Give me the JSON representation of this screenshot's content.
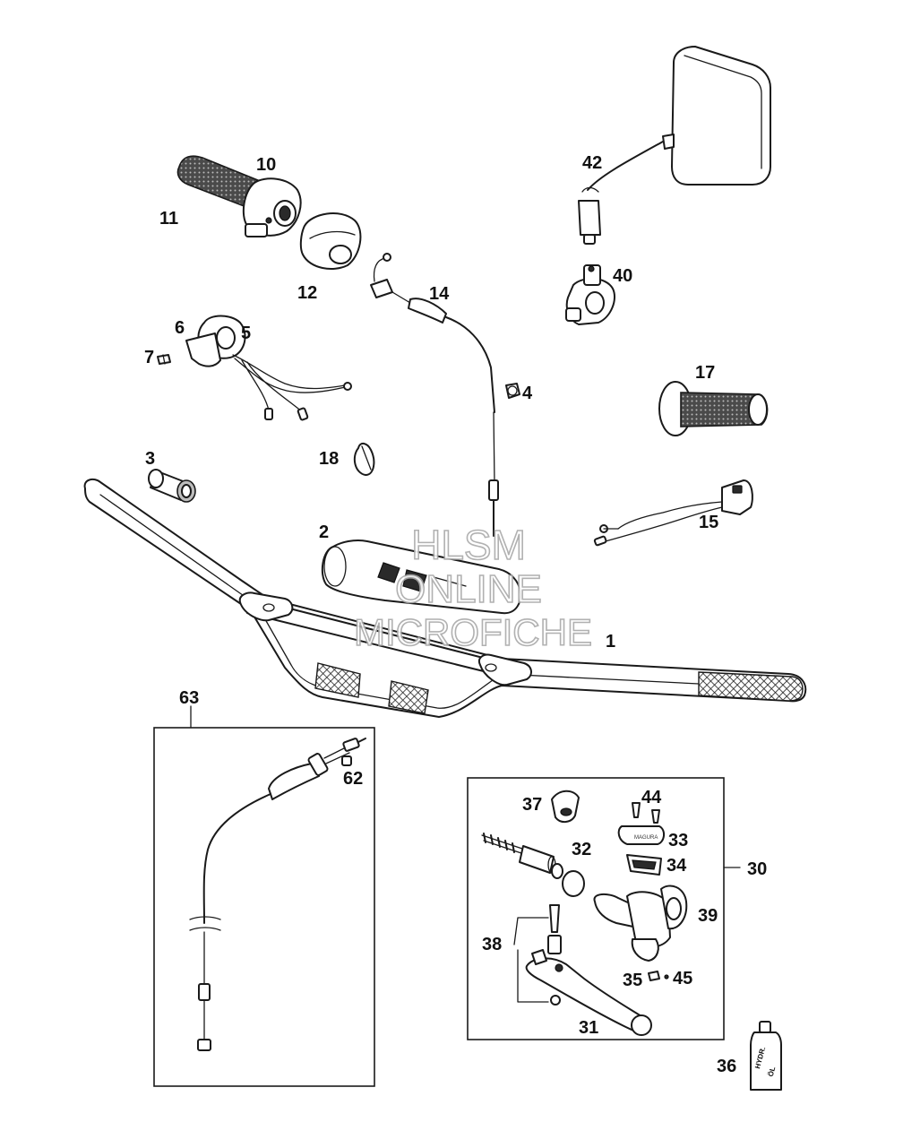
{
  "watermark": {
    "line1": "HLSM",
    "line2": "ONLINE",
    "line3": "MICROFICHE"
  },
  "bottle_label": {
    "line1": "HYDR.",
    "line2": "ÖL"
  },
  "parts": [
    {
      "id": "p1",
      "label": "1"
    },
    {
      "id": "p2",
      "label": "2"
    },
    {
      "id": "p3",
      "label": "3"
    },
    {
      "id": "p4",
      "label": "4"
    },
    {
      "id": "p5",
      "label": "5"
    },
    {
      "id": "p6",
      "label": "6"
    },
    {
      "id": "p7",
      "label": "7"
    },
    {
      "id": "p10",
      "label": "10"
    },
    {
      "id": "p11",
      "label": "11"
    },
    {
      "id": "p12",
      "label": "12"
    },
    {
      "id": "p14",
      "label": "14"
    },
    {
      "id": "p15",
      "label": "15"
    },
    {
      "id": "p17",
      "label": "17"
    },
    {
      "id": "p18",
      "label": "18"
    },
    {
      "id": "p30",
      "label": "30"
    },
    {
      "id": "p31",
      "label": "31"
    },
    {
      "id": "p32",
      "label": "32"
    },
    {
      "id": "p33",
      "label": "33"
    },
    {
      "id": "p34",
      "label": "34"
    },
    {
      "id": "p35",
      "label": "35"
    },
    {
      "id": "p36",
      "label": "36"
    },
    {
      "id": "p37",
      "label": "37"
    },
    {
      "id": "p38",
      "label": "38"
    },
    {
      "id": "p39",
      "label": "39"
    },
    {
      "id": "p40",
      "label": "40"
    },
    {
      "id": "p42",
      "label": "42"
    },
    {
      "id": "p44",
      "label": "44"
    },
    {
      "id": "p45",
      "label": "45"
    },
    {
      "id": "p62",
      "label": "62"
    },
    {
      "id": "p63",
      "label": "63"
    }
  ]
}
